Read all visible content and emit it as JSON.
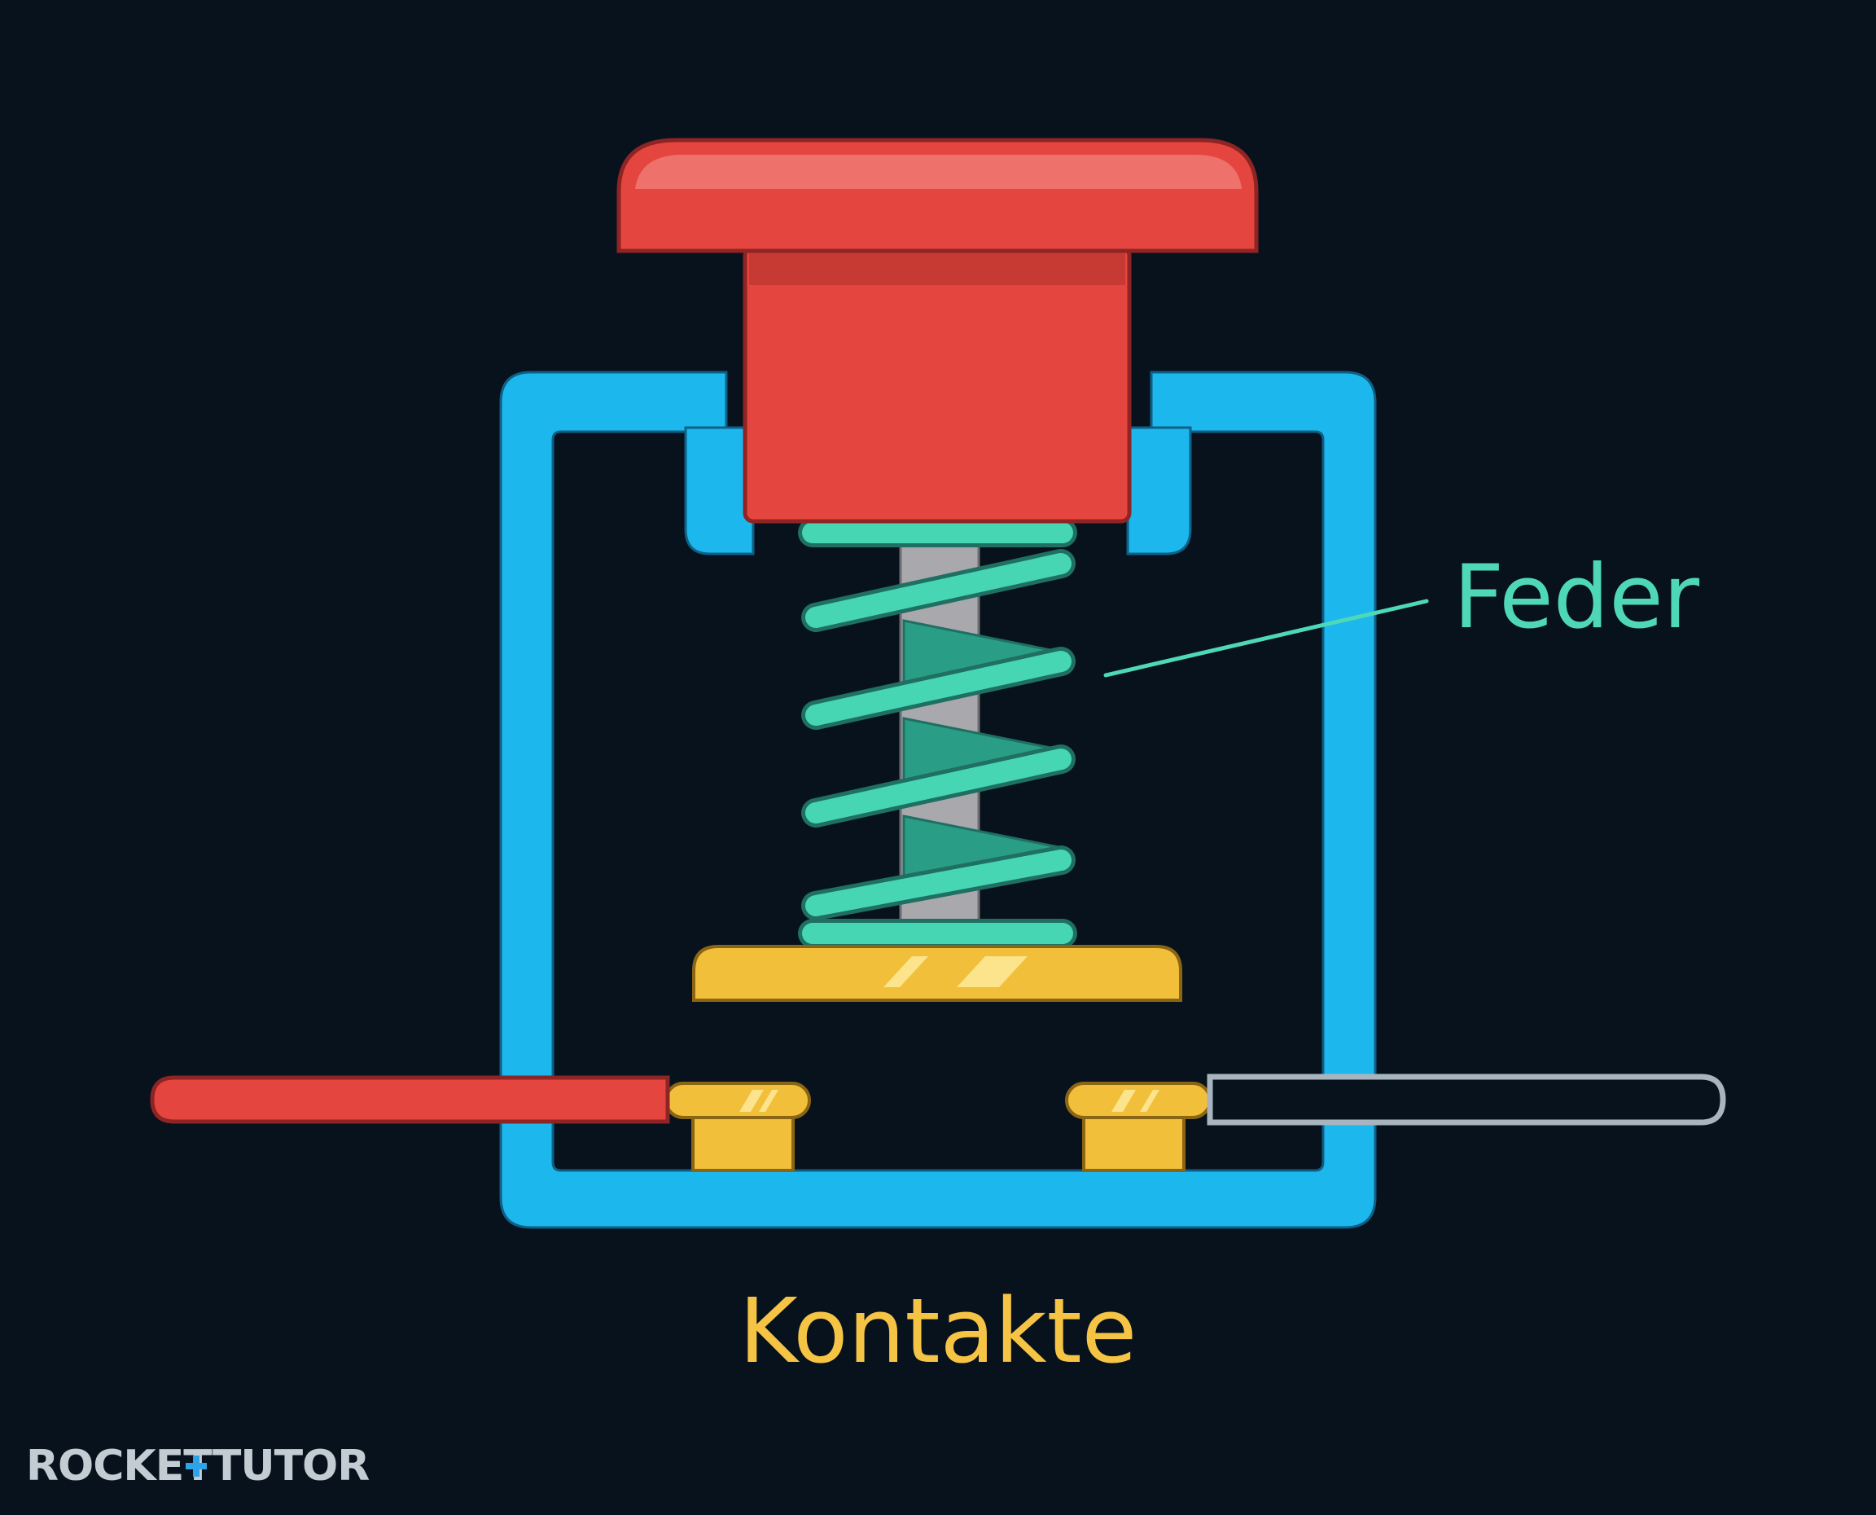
{
  "labels": {
    "spring": "Feder",
    "contacts": "Kontakte"
  },
  "logo": {
    "text": "ROCKETTUTOR"
  },
  "colors": {
    "background": "#07121d",
    "housing": "#1cb7ec",
    "plunger": "#e4463f",
    "plunger_dark": "#8e2424",
    "spring": "#46d6b4",
    "spring_label": "#4fd8b8",
    "contacts": "#f2bf3a",
    "contacts_label": "#f6c445",
    "pin": "#a9a9ad",
    "wire_red": "#e4463f",
    "wire_outline": "#a8b4be"
  }
}
